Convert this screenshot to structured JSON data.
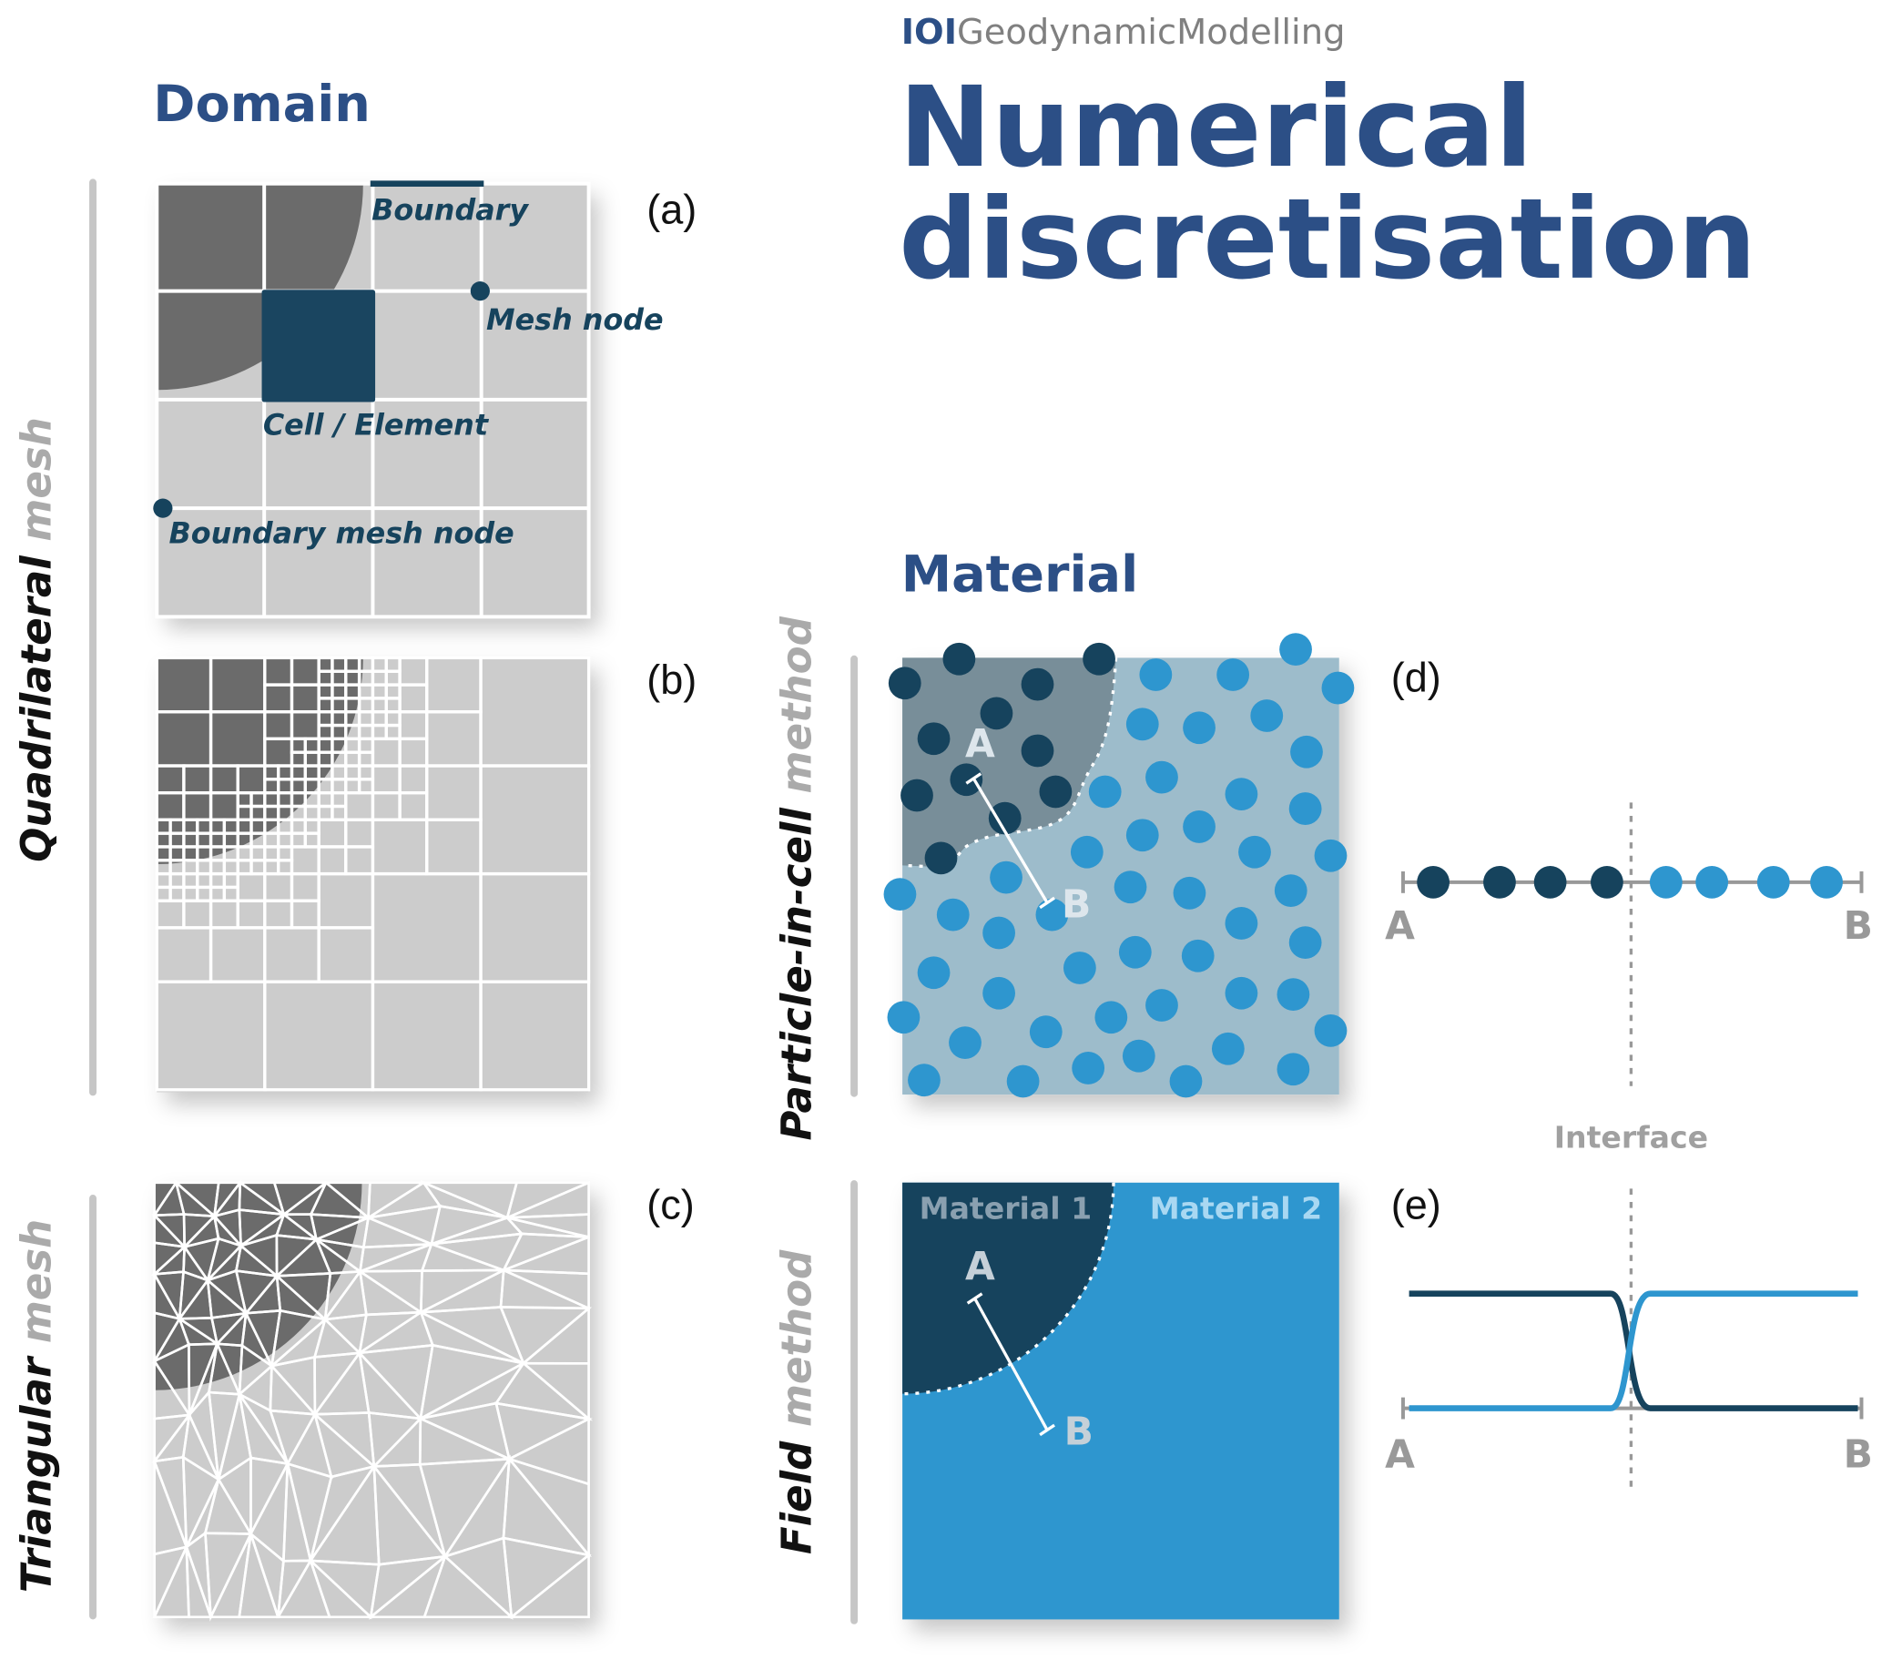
{
  "header": {
    "logo_mark": "IOI",
    "logo_text": "GeodynamicModelling",
    "title_line1": "Numerical",
    "title_line2": "discretisation"
  },
  "sections": {
    "domain": "Domain",
    "material": "Material"
  },
  "side_labels": {
    "quadrilateral": {
      "bold": "Quadrilateral",
      "light": "mesh"
    },
    "triangular": {
      "bold": "Triangular",
      "light": "mesh"
    },
    "pic": {
      "bold": "Particle-in-cell",
      "light": "method"
    },
    "field": {
      "bold": "Field",
      "light": "method"
    }
  },
  "panels": {
    "a": "(a)",
    "b": "(b)",
    "c": "(c)",
    "d": "(d)",
    "e": "(e)"
  },
  "annotations": {
    "boundary": "Boundary",
    "mesh_node": "Mesh node",
    "cell": "Cell / Element",
    "boundary_node": "Boundary mesh node"
  },
  "profile": {
    "a": "A",
    "b": "B",
    "interface": "Interface"
  },
  "materials": {
    "m1": "Material 1",
    "m2": "Material 2"
  },
  "colors": {
    "title": "#2c4f86",
    "dark": "#16435d",
    "blue": "#2e96cf",
    "mesh_bg": "#cccccc",
    "mesh_dark": "#6b6b6b"
  },
  "profile_d": {
    "material1_count": 4,
    "material2_count": 4
  }
}
